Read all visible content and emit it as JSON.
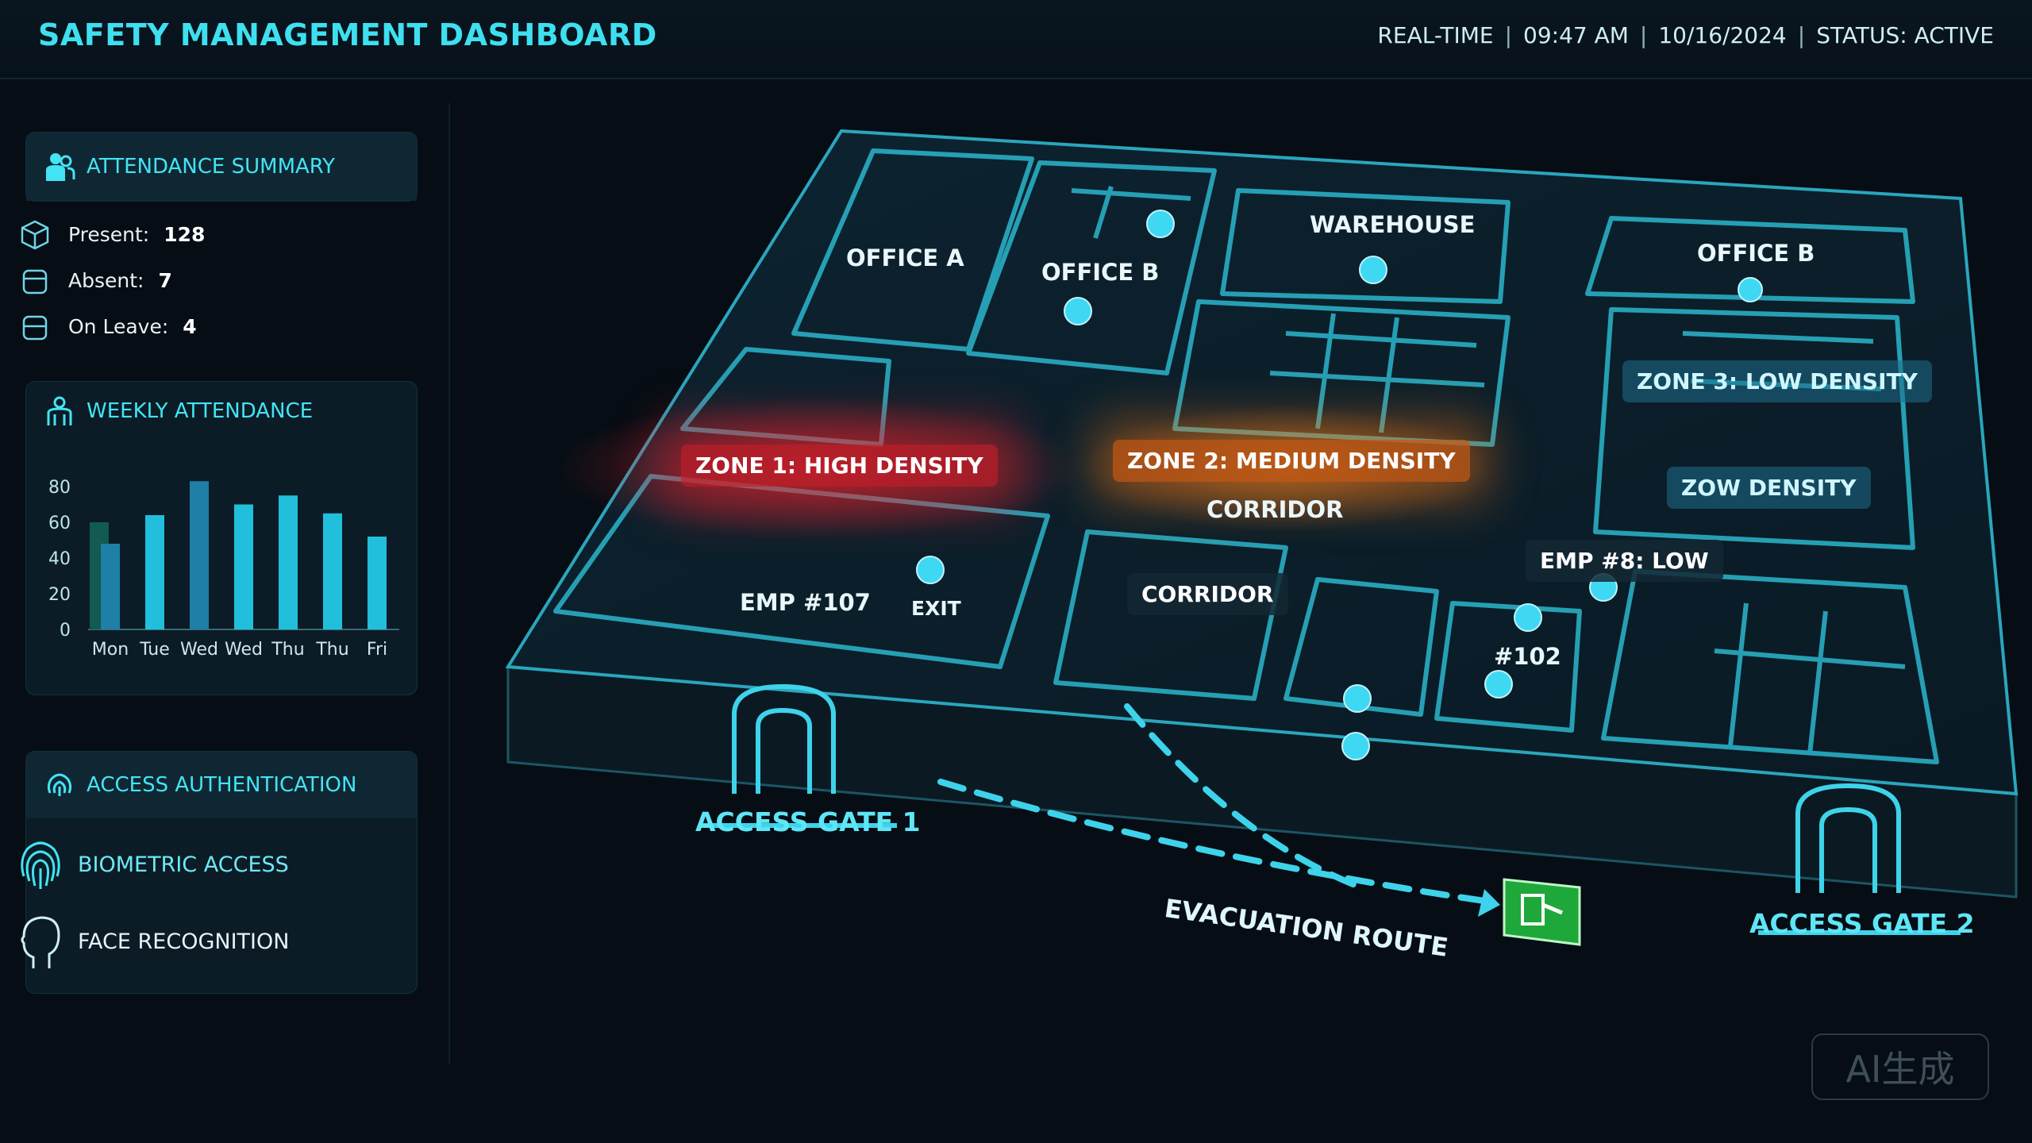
{
  "header": {
    "title": "SAFETY MANAGEMENT DASHBOARD",
    "mode": "REAL-TIME",
    "time": "09:47 AM",
    "date": "10/16/2024",
    "status": "STATUS: ACTIVE"
  },
  "attendance": {
    "title": "ATTENDANCE SUMMARY",
    "present_label": "Present:",
    "present_value": "128",
    "absent_label": "Absent:",
    "absent_value": "7",
    "leave_label": "On Leave:",
    "leave_value": "4"
  },
  "weekly": {
    "title": "WEEKLY ATTENDANCE"
  },
  "chart_data": {
    "type": "bar",
    "title": "WEEKLY ATTENDANCE",
    "categories": [
      "Mon",
      "Tue",
      "Wed",
      "Wed",
      "Thu",
      "Thu",
      "Fri"
    ],
    "values": [
      48,
      64,
      83,
      70,
      75,
      65,
      52
    ],
    "back_values": [
      60,
      0,
      0,
      0,
      0,
      0,
      0
    ],
    "yticks": [
      "0",
      "20",
      "40",
      "60",
      "80"
    ],
    "ylim": [
      0,
      80
    ],
    "grid": false,
    "colors": [
      "#1f7fa6",
      "#22bfdc",
      "#2fd8ee"
    ]
  },
  "auth": {
    "title": "ACCESS AUTHENTICATION",
    "biometric": "BIOMETRIC ACCESS",
    "face": "FACE RECOGNITION"
  },
  "map": {
    "office_a": "OFFICE A",
    "office_b": "OFFICE B",
    "warehouse": "WAREHOUSE",
    "office_b2": "OFFICE B",
    "zone1": "ZONE 1: HIGH DENSITY",
    "zone2": "ZONE 2: MEDIUM DENSITY",
    "zone3": "ZONE 3: LOW DENSITY",
    "low_density": "ZOW DENSITY",
    "corridor_1": "CORRIDOR",
    "corridor_2": "CORRIDOR",
    "emp107": "EMP #107",
    "exit": "EXIT",
    "emp_low": "EMP #8: LOW",
    "emp102": "#102",
    "gate1": "ACCESS GATE 1",
    "gate2": "ACCESS GATE 2",
    "evacuation": "EVACUATION ROUTE"
  },
  "watermark": "AI生成",
  "colors": {
    "accent": "#3ee0f0",
    "high": "#d42a33",
    "medium": "#e0701e",
    "exit_sign": "#1fa83a"
  }
}
